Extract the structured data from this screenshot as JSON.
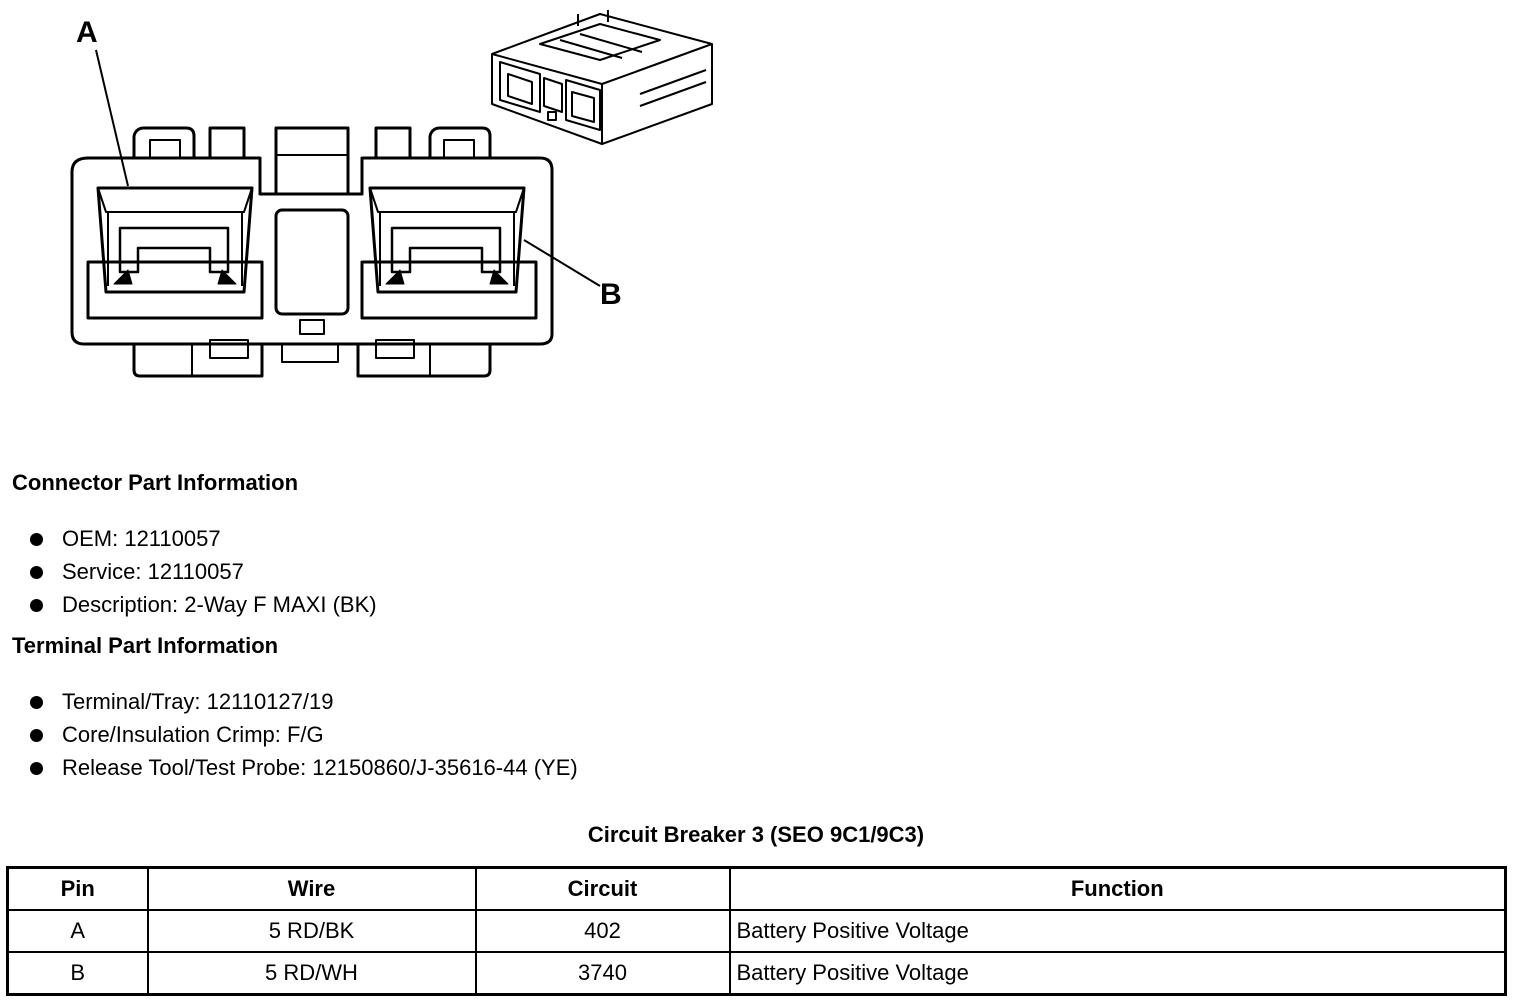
{
  "diagram": {
    "callouts": [
      "A",
      "B"
    ]
  },
  "connector_info": {
    "title": "Connector Part Information",
    "items": [
      "OEM: 12110057",
      "Service: 12110057",
      "Description: 2-Way F MAXI (BK)"
    ]
  },
  "terminal_info": {
    "title": "Terminal Part Information",
    "items": [
      "Terminal/Tray: 12110127/19",
      "Core/Insulation Crimp: F/G",
      "Release Tool/Test Probe: 12150860/J-35616-44 (YE)"
    ]
  },
  "table": {
    "title": "Circuit Breaker 3 (SEO 9C1/9C3)",
    "headers": [
      "Pin",
      "Wire",
      "Circuit",
      "Function"
    ],
    "rows": [
      [
        "A",
        "5 RD/BK",
        "402",
        "Battery Positive Voltage"
      ],
      [
        "B",
        "5 RD/WH",
        "3740",
        "Battery Positive Voltage"
      ]
    ]
  }
}
